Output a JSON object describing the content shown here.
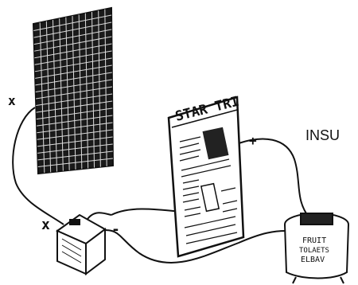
{
  "newspaper": {
    "masthead": "STAR TRI"
  },
  "labels": {
    "insulation": "INSU",
    "panel_positive": "x",
    "battery_positive": "x",
    "battery_negative": "-",
    "newspaper_terminal": "+"
  },
  "food_box": {
    "line1": "FRUIT",
    "line2": "TOLAETS",
    "line3": "ELBAV"
  },
  "colors": {
    "ink": "#111111",
    "paper": "#ffffff"
  }
}
